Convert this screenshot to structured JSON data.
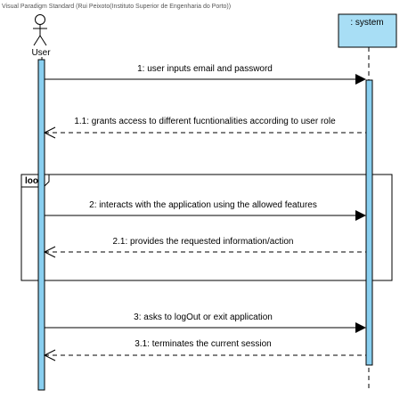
{
  "watermark": "Visual Paradigm Standard (Rui Peixoto(Instituto Superior de Engenharia do Porto))",
  "colors": {
    "activation_fill": "#89CFF0",
    "participant_fill": "#A8DEF5",
    "line": "#000000"
  },
  "actor": {
    "label": "User",
    "icon": "stick-figure-icon"
  },
  "participant": {
    "label": ": system"
  },
  "fragment": {
    "operator": "loop"
  },
  "messages": [
    {
      "label": "1: user inputs email and password",
      "kind": "sync",
      "direction": "to-system"
    },
    {
      "label": "1.1: grants access to different fucntionalities according to user role",
      "kind": "return",
      "direction": "to-user"
    },
    {
      "label": "2: interacts with the application using the allowed features",
      "kind": "sync",
      "direction": "to-system"
    },
    {
      "label": "2.1: provides the requested information/action",
      "kind": "return",
      "direction": "to-user"
    },
    {
      "label": "3: asks to logOut or exit application",
      "kind": "sync",
      "direction": "to-system"
    },
    {
      "label": "3.1: terminates the current session",
      "kind": "return",
      "direction": "to-user"
    }
  ]
}
